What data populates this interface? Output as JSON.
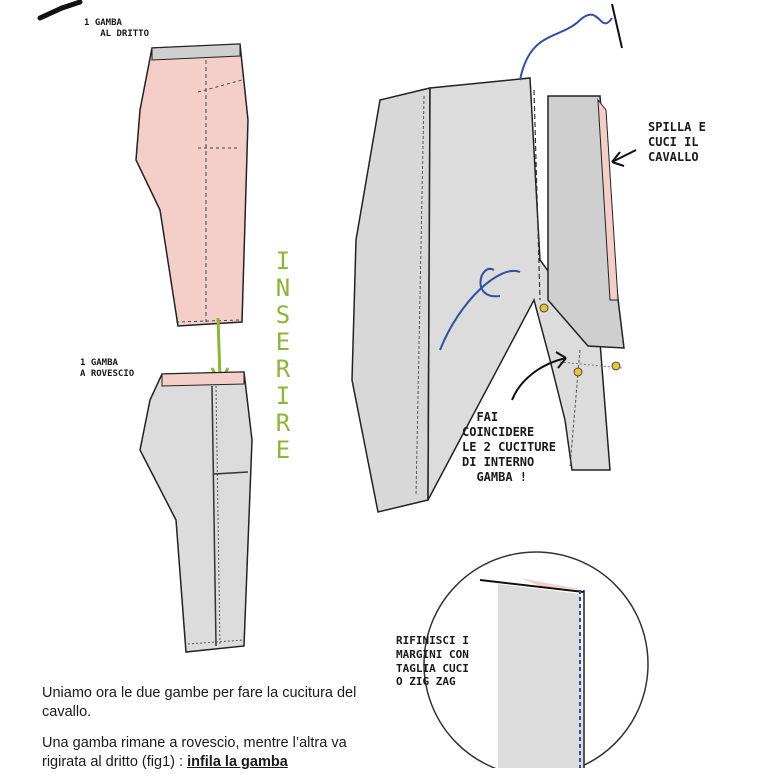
{
  "labels": {
    "leg_right": "1 GAMBA\n   AL DRITTO",
    "leg_wrong": "1 GAMBA\nA ROVESCIO",
    "pin_sew": "SPILLA E\nCUCI IL\nCAVALLO",
    "match_seams": "  FAI\nCOINCIDERE\nLE 2 CUCITURE\nDI INTERNO\n  GAMBA !",
    "finish_edges": "RIFINISCI I\nMARGINI CON\nTAGLIA CUCI\nO ZIG ZAG"
  },
  "inserire": [
    "I",
    "N",
    "S",
    "E",
    "R",
    "I",
    "R",
    "E"
  ],
  "text": {
    "p1": "Uniamo ora le due gambe per fare la cucitura del cavallo.",
    "p2_start": "Una gamba rimane a rovescio, mentre l’altra va rigirata al dritto (fig1) : ",
    "p2_bold": "infila la gamba"
  },
  "colors": {
    "pink": "#f4cfca",
    "gray": "#dcdcdc",
    "thread": "#2e4fa3",
    "pin": "#e6c33a",
    "arrow": "#8fb43a"
  }
}
